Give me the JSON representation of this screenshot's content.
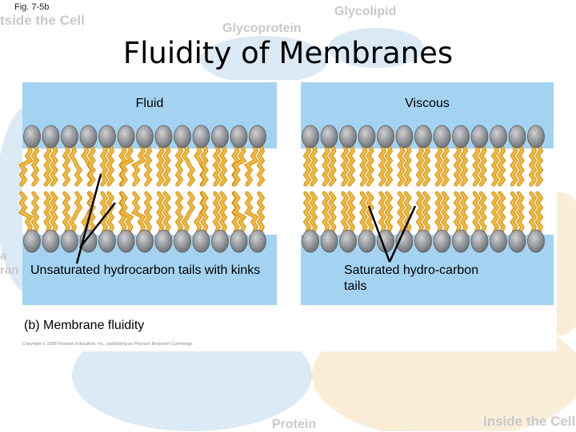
{
  "figure_label": "Fig. 7-5b",
  "title": "Fluidity of Membranes",
  "background_labels": {
    "outside_cell": "tside the Cell",
    "glycolipid": "Glycolipid",
    "glycoprotein": "Glycoprotein",
    "protein": "Protein",
    "inside_cell": "Inside the Cell",
    "left_fragment_1": "a",
    "left_fragment_2": "ran"
  },
  "panels": {
    "fluid": {
      "title": "Fluid",
      "caption": "Unsaturated hydrocarbon tails with kinks"
    },
    "viscous": {
      "title": "Viscous",
      "caption": "Saturated hydro-carbon tails"
    }
  },
  "figure_caption": "(b) Membrane fluidity",
  "copyright": "Copyright © 2008 Pearson Education, Inc., publishing as Pearson Benjamin Cummings.",
  "colors": {
    "water": "#a3d3f1",
    "head_dark": "#707276",
    "head_light": "#cfd1d4",
    "tail": "#f5b93a",
    "tail_edge": "#c98a12",
    "pointer": "#000000"
  },
  "icons": [
    "phospholipid-head-icon"
  ]
}
